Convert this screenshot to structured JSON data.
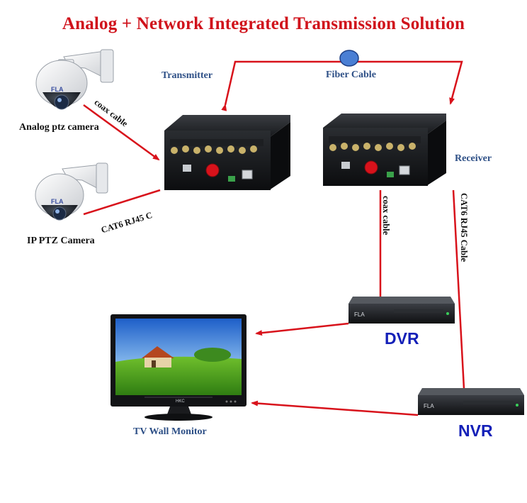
{
  "title": "Analog + Network Integrated Transmission Solution",
  "labels": {
    "transmitter": "Transmitter",
    "fiber_cable": "Fiber Cable",
    "receiver": "Receiver",
    "analog_camera": "Analog ptz camera",
    "ip_camera": "IP PTZ Camera",
    "coax_left": "coax cable",
    "cat6_left": "CAT6 RJ45 C",
    "coax_right": "coax cable",
    "cat6_right": "CAT6 RJ45 Cable",
    "dvr": "DVR",
    "nvr": "NVR",
    "monitor": "TV Wall Monitor"
  },
  "brand": {
    "camera_logo": "FLA",
    "recorder_logo": "FLA",
    "monitor_logo": "HKC"
  },
  "colors": {
    "title": "#d0121b",
    "cable": "#d8121b",
    "label_blue": "#2d4f86",
    "recorder_label": "#1420b8",
    "fiber_node": "#4a7fd4"
  }
}
